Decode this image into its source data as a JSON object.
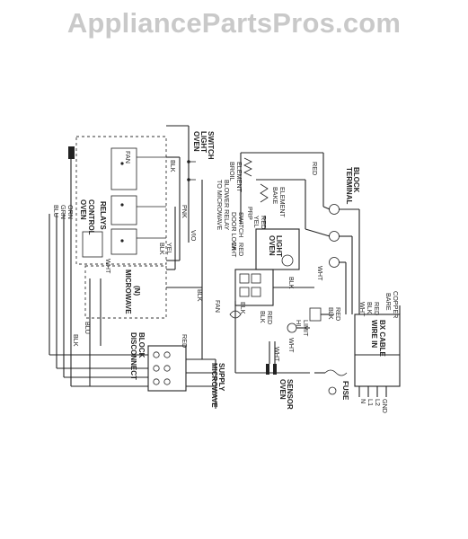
{
  "watermark": "AppliancePartsPros.com",
  "diagram": {
    "labels": {
      "blu": "BLU",
      "grn": "GRN",
      "orn": "ORN",
      "blk_left": "BLK",
      "blu_mid": "BLU",
      "oven_control": "OVEN",
      "control": "CONTROL",
      "relays": "RELAYS",
      "fan": "FAN",
      "blk_top": "BLK",
      "pnk": "PNK",
      "oven_light_switch": "OVEN",
      "light": "LIGHT",
      "switch": "SWITCH",
      "to_microwave": "TO MICROWAVE",
      "blower_relay": "BLOWER RELAY",
      "door_lock": "DOOR LOCK",
      "switch_nc": "SWITCH",
      "microwave_n": "MICROWAVE",
      "n_paren": "(N)",
      "wht_left": "WHT",
      "blk_yel1": "BLK",
      "yel1": "YEL",
      "vio": "VIO",
      "blk_vert": "BLK",
      "disconnect": "DISCONNECT",
      "block": "BLOCK",
      "red_mid": "RED",
      "microwave_supply": "MICROWAVE",
      "supply": "SUPPLY",
      "broil": "BROIL",
      "element": "ELEMENT",
      "red_top": "RED",
      "terminal": "TERMINAL",
      "block2": "BLOCK",
      "bake": "BAKE",
      "element2": "ELEMENT",
      "prp": "PRP",
      "yel2": "YEL",
      "red2": "RED",
      "red3": "RED",
      "wht2": "WHT",
      "oven": "OVEN",
      "light2": "LIGHT",
      "blk_r": "BLK",
      "wht3": "WHT",
      "fan2": "FAN",
      "blk_fan": "BLK",
      "blk2": "BLK",
      "red4": "RED",
      "hi": "HI",
      "limit": "LIMIT",
      "blk3": "BLK",
      "red5": "RED",
      "wht4": "WHT",
      "wht5": "WHT",
      "oven_sensor": "OVEN",
      "sensor": "SENSOR",
      "fuse": "FUSE",
      "wire_in": "WIRE IN",
      "bx_cable": "BX CABLE",
      "wht_t": "WHT",
      "blk_t": "BLK",
      "red_t": "RED",
      "bare": "BARE",
      "copper": "COPPER",
      "n": "N",
      "l1": "L1",
      "l2": "L2",
      "gnd": "GND"
    }
  }
}
